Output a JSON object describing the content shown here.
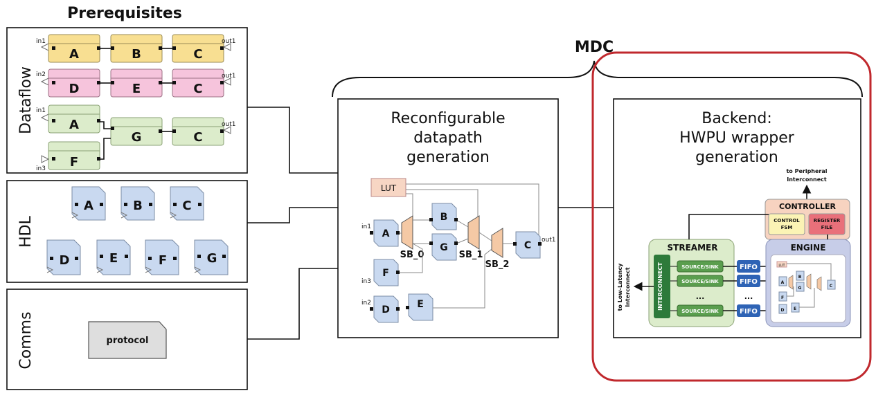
{
  "title": "Prerequisites",
  "mdc_label": "MDC",
  "sections": {
    "dataflow": "Dataflow",
    "hdl": "HDL",
    "comms": "Comms"
  },
  "dataflow": {
    "row1": {
      "in": "in1",
      "nodes": [
        "A",
        "B",
        "C"
      ],
      "out": "out1"
    },
    "row2": {
      "in": "in2",
      "nodes": [
        "D",
        "E",
        "C"
      ],
      "out": "out1"
    },
    "row3": {
      "in1": "in1",
      "a": "A",
      "g": "G",
      "c": "C",
      "out": "out1",
      "f": "F",
      "in3": "in3"
    }
  },
  "hdl_blocks": [
    "A",
    "B",
    "C",
    "D",
    "E",
    "F",
    "G"
  ],
  "comms": {
    "protocol": "protocol"
  },
  "datapath": {
    "title_line1": "Reconfigurable",
    "title_line2": "datapath",
    "title_line3": "generation",
    "lut": "LUT",
    "in1": "in1",
    "in2": "in2",
    "in3": "in3",
    "out1": "out1",
    "blocks": {
      "a": "A",
      "b": "B",
      "g": "G",
      "c": "C",
      "f": "F",
      "d": "D",
      "e": "E"
    },
    "sb0": "SB_0",
    "sb1": "SB_1",
    "sb2": "SB_2"
  },
  "backend": {
    "title_line1": "Backend:",
    "title_line2": "HWPU wrapper",
    "title_line3": "generation",
    "peripheral_line1": "to Peripheral",
    "peripheral_line2": "Interconnect",
    "controller": "CONTROLLER",
    "control_fsm_1": "CONTROL",
    "control_fsm_2": "FSM",
    "register_file_1": "REGISTER",
    "register_file_2": "FILE",
    "streamer": "STREAMER",
    "engine": "ENGINE",
    "interconnect": "INTERCONNECT",
    "source_sink": "SOURCE/SINK",
    "fifo": "FIFO",
    "dots": "...",
    "low_latency_1": "to Low-Latency",
    "low_latency_2": "Interconnect",
    "mini_lut": "LUT",
    "mini_blocks": [
      "A",
      "B",
      "G",
      "C",
      "F",
      "D",
      "E"
    ]
  },
  "colors": {
    "highlight": "#c0282d",
    "dataflow_yellow": "#f8df92",
    "dataflow_pink": "#f6c4dc",
    "dataflow_green": "#dceccb",
    "block_blue": "#c9d9f0",
    "lut_peach": "#f7d6c4",
    "switch_box": "#f5c9a5",
    "fifo_blue": "#2e63b5",
    "streamer_green": "#dceccb",
    "interconnect_green": "#2d7a3a"
  }
}
